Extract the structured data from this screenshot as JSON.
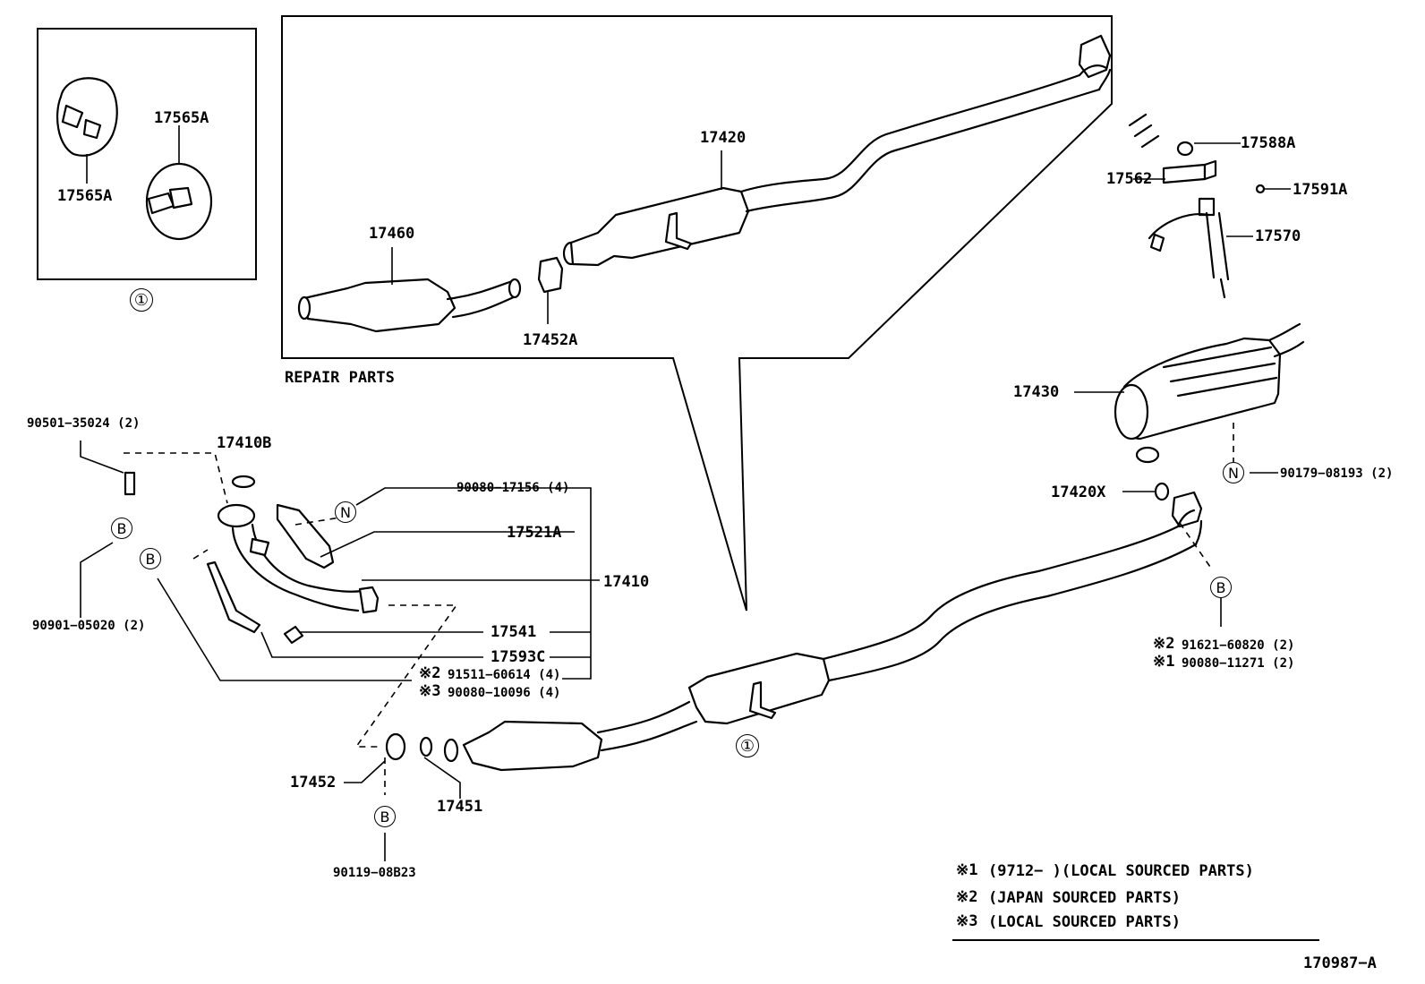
{
  "inset": {
    "labels": [
      "17565A",
      "17565A"
    ],
    "circle_mark": "①"
  },
  "repair": {
    "title": "REPAIR PARTS",
    "labels": {
      "p17420": "17420",
      "p17460": "17460",
      "p17452A": "17452A"
    }
  },
  "hanger": {
    "labels": {
      "p17588A": "17588A",
      "p17562": "17562",
      "p17591A": "17591A",
      "p17570": "17570"
    }
  },
  "muffler": {
    "labels": {
      "p17430": "17430",
      "p17420X": "17420X",
      "p90179": "90179−08193 (2)"
    },
    "circle_n": "N"
  },
  "rear_joint": {
    "circle_b": "B",
    "note1_mark": "※2",
    "note1_code": "91621−60820 (2)",
    "note2_mark": "※1",
    "note2_code": "90080−11271 (2)"
  },
  "front_pipe": {
    "labels": {
      "p90501": "90501−35024 (2)",
      "p17410B": "17410B",
      "p90080_17156": "90080−17156 (4)",
      "p17521A": "17521A",
      "p17410": "17410",
      "p90901": "90901−05020 (2)",
      "p17541": "17541",
      "p17593C": "17593C",
      "m2": "※2",
      "p91511": "91511−60614 (4)",
      "m3": "※3",
      "p90080_10096": "90080−10096 (4)",
      "p17452": "17452",
      "p17451": "17451",
      "p90119": "90119−08B23"
    },
    "circle_b": "B",
    "circle_n": "N"
  },
  "assembly": {
    "circle_mark": "①"
  },
  "notes": [
    {
      "mark": "※1",
      "text": "(9712−      )(LOCAL SOURCED PARTS)"
    },
    {
      "mark": "※2",
      "text": "(JAPAN SOURCED PARTS)"
    },
    {
      "mark": "※3",
      "text": "(LOCAL SOURCED PARTS)"
    }
  ],
  "drawing_number": "170987−A"
}
